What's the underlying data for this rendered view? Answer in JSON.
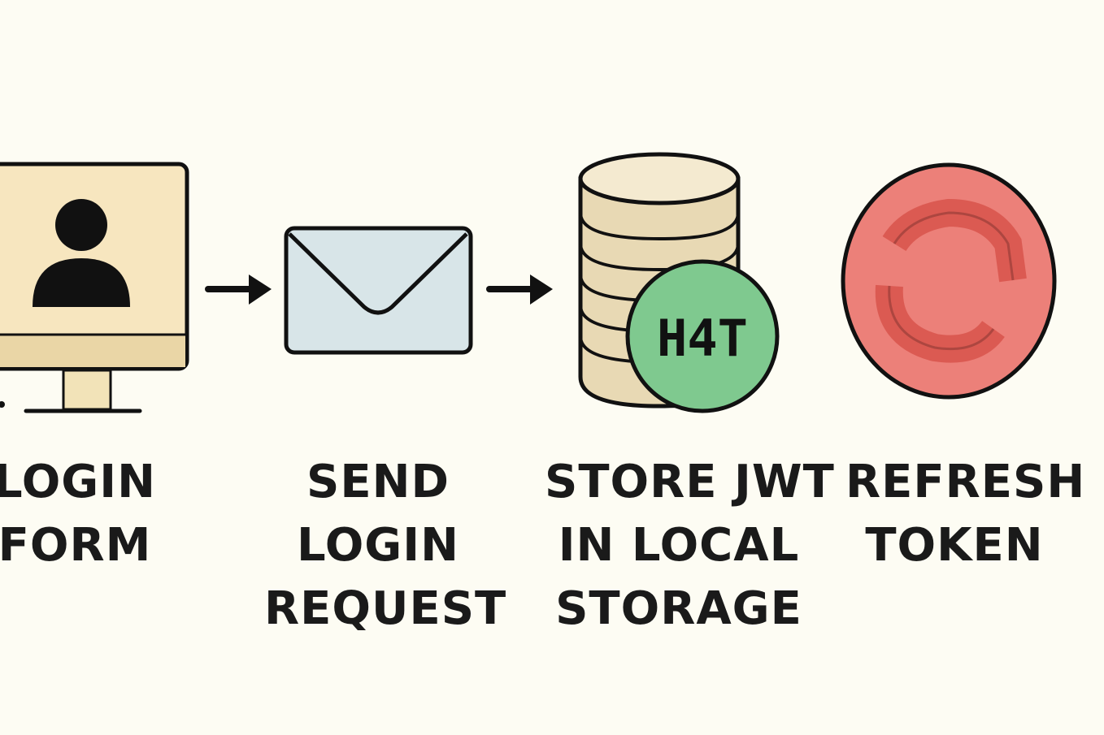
{
  "diagram": {
    "steps": [
      {
        "id": "login-form",
        "icon": "computer-user-icon",
        "lines": [
          "LOGIN",
          "FORM"
        ]
      },
      {
        "id": "send-login-request",
        "icon": "envelope-icon",
        "lines": [
          "SEND",
          "LOGIN",
          "REQUEST"
        ]
      },
      {
        "id": "store-jwt",
        "icon": "database-jwt-icon",
        "badge_text": "H4T",
        "lines": [
          "STORE JWT",
          "IN LOCAL",
          "STORAGE"
        ]
      },
      {
        "id": "refresh-token",
        "icon": "refresh-icon",
        "lines": [
          "REFRESH",
          "TOKEN"
        ]
      }
    ],
    "colors": {
      "background": "#fdfcf3",
      "monitor": "#f7e6bf",
      "envelope": "#d8e5e8",
      "database": "#e8d9b4",
      "jwt_badge": "#7fc98f",
      "refresh_circle": "#ec8079",
      "refresh_arrows": "#e35f55",
      "outline": "#111111"
    }
  }
}
